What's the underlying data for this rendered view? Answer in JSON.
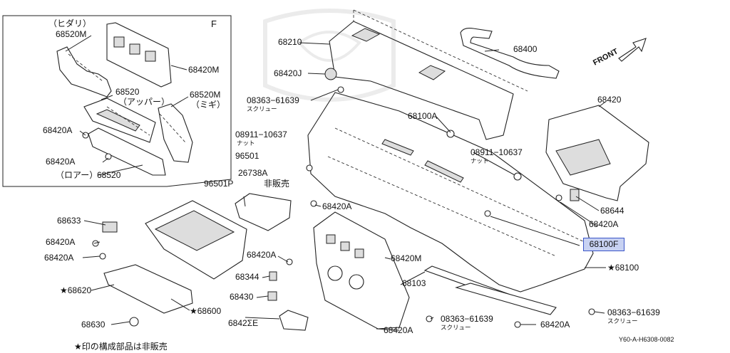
{
  "frame_label": "F",
  "front_label": "FRONT",
  "highlight_part": "68100F",
  "footnote": "★印の構成部品は非販売",
  "drawing_code": "Y60-A-H6308-0082",
  "labels": {
    "hidari": "（ヒダリ）",
    "p68520M_a": "68520M",
    "p68420M_a": "68420M",
    "p68520": "68520",
    "upper": "（アッパー）",
    "p68520M_b": "68520M",
    "migi": "（ミギ）",
    "p68420A_a": "68420A",
    "p68420A_b": "68420A",
    "lower": "（ロアー）",
    "p68520_b": "68520",
    "p68210": "68210",
    "p68420J": "68420J",
    "p08363_a": "08363−61639",
    "screw_a": "スクリュー",
    "p08911_a": "08911−10637",
    "nut_a": "ナット",
    "p96501": "96501",
    "p26738A": "26738A",
    "p96501P": "96501P",
    "hihanbai": "非販売",
    "p68420A_c": "68420A",
    "p68400": "68400",
    "p68100A": "68100A",
    "p08911_b": "08911−10637",
    "nut_b": "ナット",
    "p68420": "68420",
    "p68644": "68644",
    "p68420A_d": "68420A",
    "p68633": "68633",
    "p68420A_e": "68420A",
    "p68420A_f": "68420A",
    "p68620": "★68620",
    "p68630": "68630",
    "p68600": "★68600",
    "p68420A_g": "68420A",
    "p68344": "68344",
    "p68430": "68430",
    "p6842SE": "6842ΣE",
    "p68420M": "68420M",
    "p68103": "68103",
    "p08363_b": "08363−61639",
    "screw_b": "スクリュー",
    "p68420A_h": "68420A",
    "p68100": "★68100",
    "p08363_c": "08363−61639",
    "screw_c": "スクリュー",
    "p68420A_i": "68420A"
  }
}
